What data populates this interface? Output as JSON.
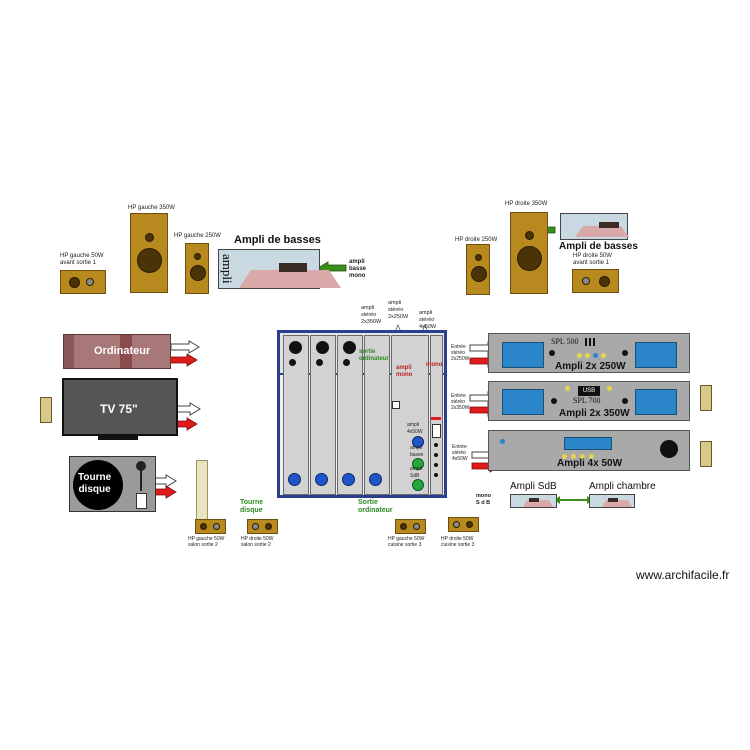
{
  "speakers": {
    "hp_gauche_50_avant": "HP gauche 50W\navant sortie 1",
    "hp_gauche_350": "HP gauche 350W",
    "hp_gauche_250": "HP gauche 250W",
    "hp_droite_250": "HP droite 250W",
    "hp_droite_350": "HP droite 350W",
    "hp_droite_50_avant": "HP droite 50W\navant sortie 1",
    "hp_gauche_salon": "HP gauche 50W\nsalon sortie 2",
    "hp_droite_salon": "HP droite 50W\nsalon sortie 2",
    "hp_gauche_cuisine": "HP gauche 50W\ncuisine sortie 3",
    "hp_droite_cuisine": "HP droite 50W\ncuisine sortie 3"
  },
  "bass_amp_left": {
    "title": "Ampli de basses",
    "body_text": "ampli",
    "input_label": "ampli\nbasse\nmono"
  },
  "bass_amp_right": {
    "title": "Ampli de basses"
  },
  "sources": {
    "computer": "Ordinateur",
    "tv": "TV 75\"",
    "turntable": "Tourne\ndisque"
  },
  "mixer": {
    "in_2x350": "ampli\nstéréo\n2x350W",
    "in_2x250": "ampli\nstéréo\n2x250W",
    "in_4x50": "ampli\nstéréo\n4x50W",
    "sortie_ordi_top": "sortie\nordinateur",
    "ampli_mono": "ampli\nmono",
    "mono_right": "mono",
    "knob_4x50": "ampli\n4x50W",
    "knob_basse": "ampli\nbasse",
    "knob_sdb": "ampli\nSdB",
    "tourne_label": "Tourne\ndisque",
    "sortie_ordi_bottom": "Sortie\nordinateur"
  },
  "amps": {
    "a250": {
      "input": "Entrée\nstéréo\n2x250W",
      "brand": "SPL 500",
      "name": "Ampli 2x 250W"
    },
    "a350": {
      "input": "Entrée\nstéréo\n2x350W",
      "brand": "SPL 700",
      "name": "Ampli 2x 350W",
      "badge": "USB"
    },
    "a4x50": {
      "input": "Entrée\nstéréo\n4x50W",
      "name": "Ampli 4x 50W"
    }
  },
  "small_amps": {
    "mono_tag": "mono\nS d B",
    "sdb": "Ampli SdB",
    "chambre": "Ampli chambre"
  },
  "watermark": "www.archifacile.fr",
  "colors": {
    "red_arrow": "#e01b1b",
    "green_arrow": "#3a8f1a",
    "panel_border": "#2a3f8f",
    "speaker_wood": "#b8891e",
    "screen_blue": "#2a86c8"
  }
}
